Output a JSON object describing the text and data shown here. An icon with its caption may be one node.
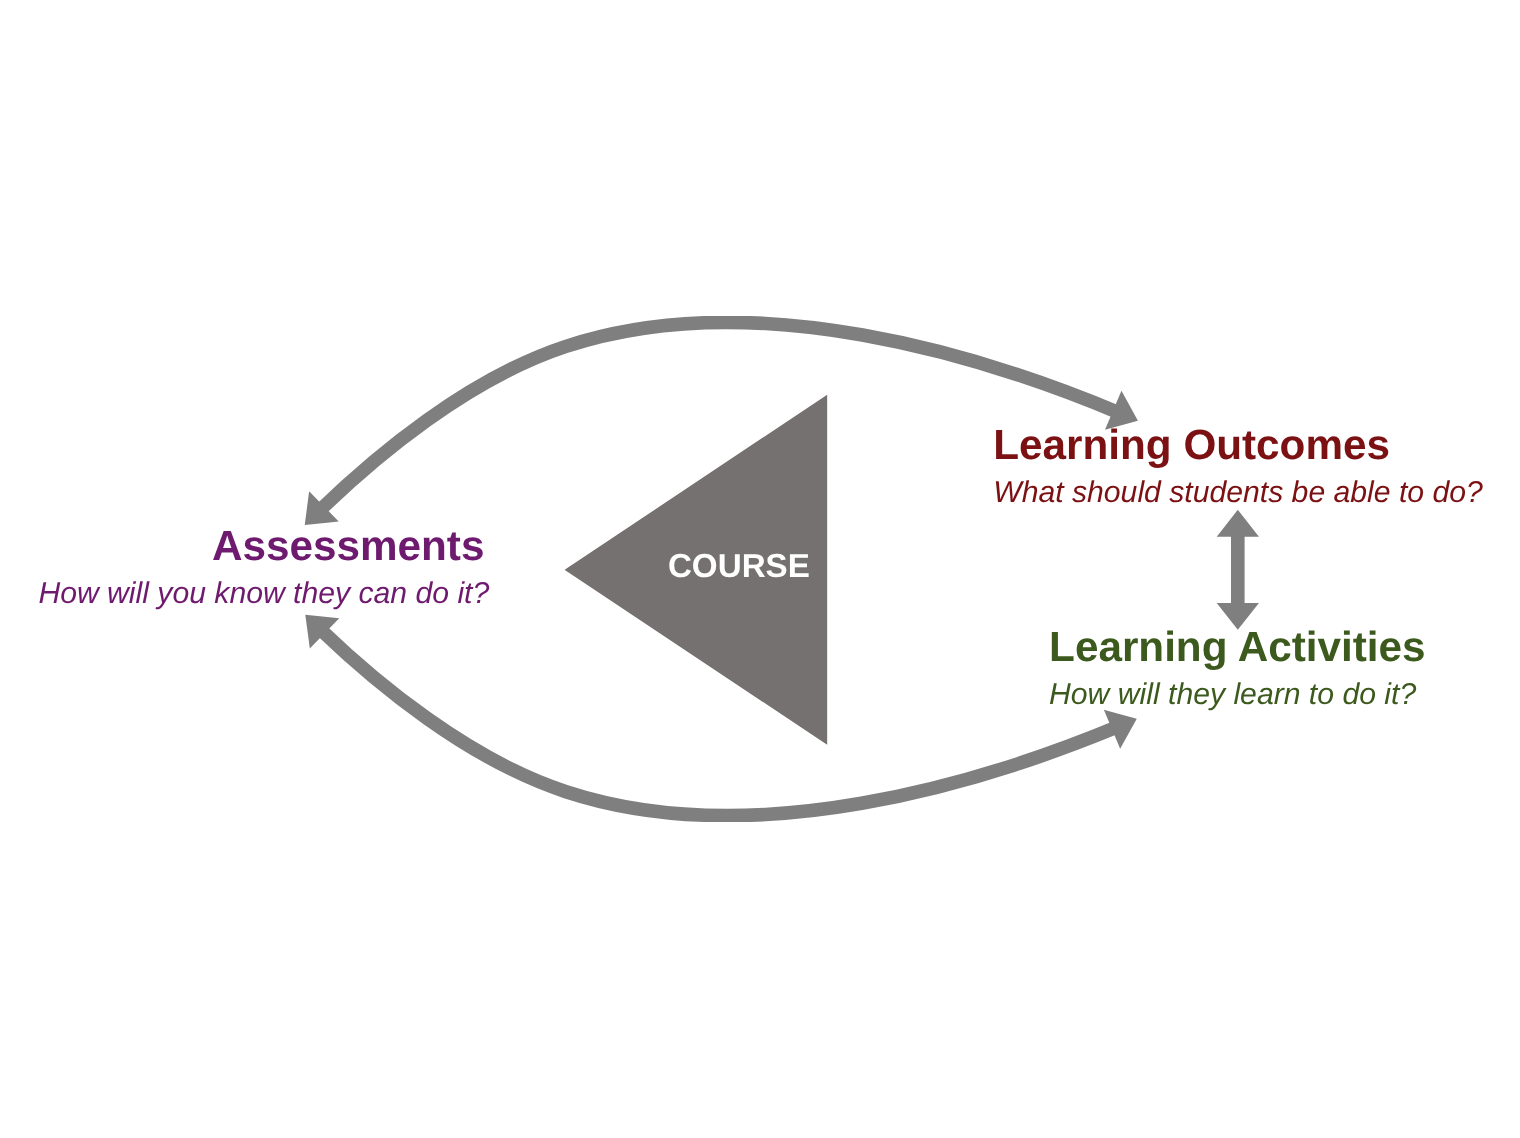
{
  "diagram": {
    "nodes": [
      {
        "text": [
          "Learning Outcomes",
          "What should students be able to do?"
        ]
      },
      {
        "text": [
          "Assessments",
          "How will you know they can do it?"
        ]
      },
      {
        "text": [
          "COURSE"
        ]
      },
      {
        "text": [
          "Learning Activities",
          "How will they learn to do it?"
        ]
      }
    ],
    "edges": [
      {
        "from": 0,
        "to": 1,
        "arrow": "both"
      },
      {
        "from": 0,
        "to": 3,
        "arrow": "both"
      },
      {
        "from": 1,
        "to": 3,
        "arrow": "both"
      }
    ]
  }
}
